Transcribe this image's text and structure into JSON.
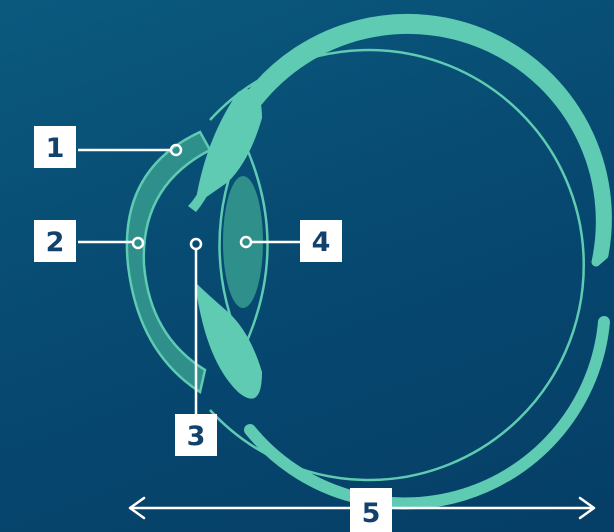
{
  "colors": {
    "background_top": "#0b5a7e",
    "background_bottom": "#053e66",
    "tissue": "#5ecbb2",
    "tissue_fill": "#2f8f8a",
    "line": "#ffffff",
    "label_text": "#12416b",
    "label_box": "#ffffff"
  },
  "labels": {
    "one": "1",
    "two": "2",
    "three": "3",
    "four": "4",
    "five": "5"
  }
}
